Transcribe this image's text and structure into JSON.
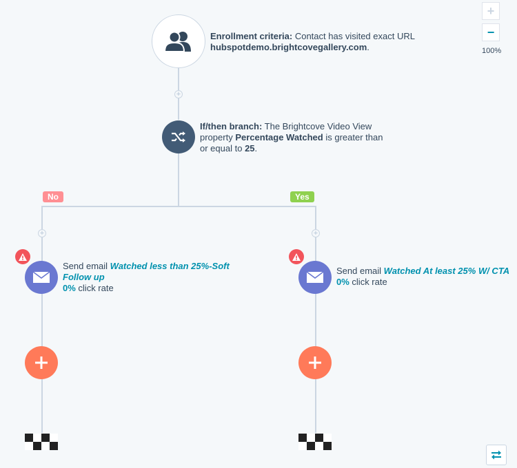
{
  "enrollment": {
    "label": "Enrollment criteria:",
    "text": "Contact has visited exact URL",
    "url": "hubspotdemo.brightcovegallery.com",
    "url_suffix": "."
  },
  "branch": {
    "label": "If/then branch:",
    "text1": "The Brightcove Video View property",
    "property": "Percentage Watched",
    "text2": "is greater than or equal to",
    "value": "25",
    "value_suffix": "."
  },
  "branches": {
    "no_label": "No",
    "yes_label": "Yes",
    "no_color": "#ff8f93",
    "yes_color": "#8fd14f"
  },
  "left_action": {
    "prefix": "Send email",
    "email_name": "Watched less than 25%-Soft Follow up",
    "rate": "0%",
    "rate_label": "click rate"
  },
  "right_action": {
    "prefix": "Send email",
    "email_name": "Watched At least 25% W/ CTA",
    "rate": "0%",
    "rate_label": "click rate"
  },
  "zoom": {
    "in_label": "+",
    "out_label": "−",
    "level": "100%"
  },
  "colors": {
    "connector": "#cbd6e2",
    "branch_node": "#425b76",
    "email_node": "#6a78d1",
    "add_node": "#ff7a59",
    "warning": "#f2545b",
    "link": "#0091ae"
  }
}
